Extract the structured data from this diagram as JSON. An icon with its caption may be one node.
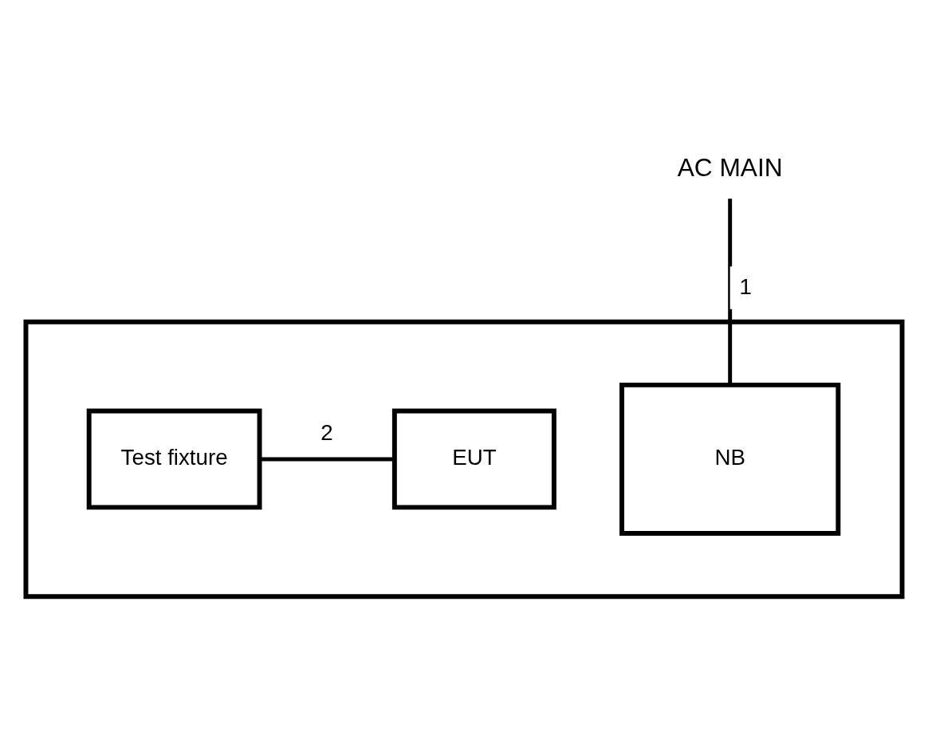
{
  "diagram": {
    "nodes": [
      {
        "text": [
          "AC MAIN"
        ]
      },
      {
        "text": [],
        "shape": "box"
      },
      {
        "text": [
          "NB"
        ],
        "in": 1
      },
      {
        "text": [
          "Test fixture"
        ],
        "in": 1
      },
      {
        "text": [
          "EUT"
        ],
        "in": 1
      }
    ],
    "edges": [
      {
        "from": 0,
        "to": 2,
        "arrow": "none",
        "label": "1"
      },
      {
        "from": 3,
        "to": 4,
        "arrow": "none",
        "label": "2"
      }
    ]
  }
}
